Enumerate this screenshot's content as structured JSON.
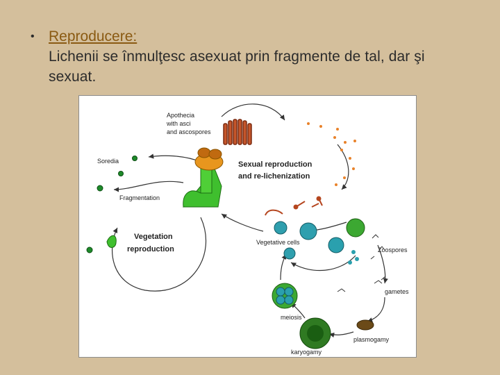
{
  "slide": {
    "heading": "Reproducere:",
    "body": "Lichenii se înmulţesc asexuat prin fragmente de tal, dar şi sexuat."
  },
  "figure": {
    "labels": {
      "apothecia_1": "Apothecia",
      "apothecia_2": "with asci",
      "apothecia_3": "and ascospores",
      "soredia": "Soredia",
      "sexual_1": "Sexual reproduction",
      "sexual_2": "and re-lichenization",
      "fragmentation": "Fragmentation",
      "vegetation_1": "Vegetation",
      "vegetation_2": "reproduction",
      "vegetative_cells": "Vegetative cells",
      "zoospores": "Zoospores",
      "gametes": "gametes",
      "meiosis": "meiosis",
      "plasmogamy": "plasmogamy",
      "karyogamy": "karyogamy"
    },
    "colors": {
      "cell_teal": "#2f9fae",
      "thallus_green": "#3fbf2e",
      "apothecium_orange": "#e8961e",
      "spore_orange": "#e9822a",
      "ascocarp_brown": "#b5461f",
      "arrow": "#333333"
    }
  }
}
